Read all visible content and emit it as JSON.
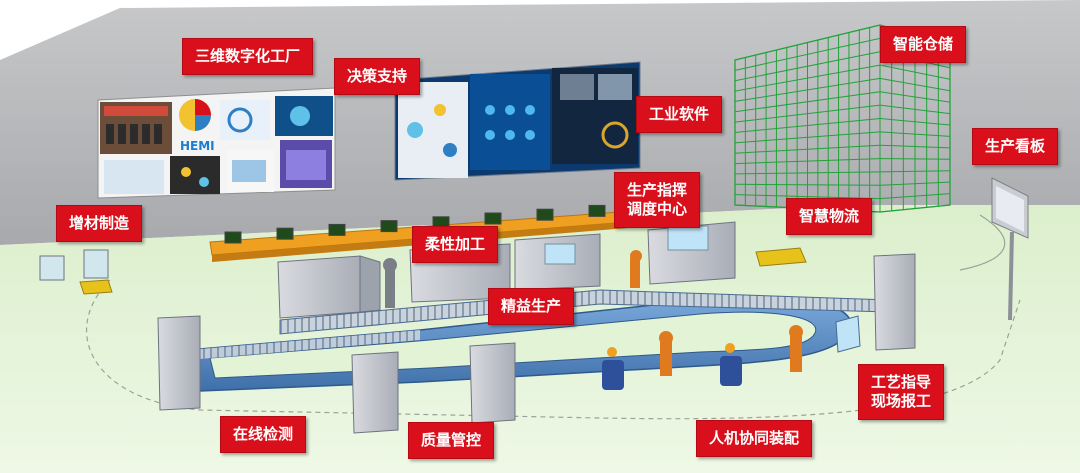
{
  "callouts": {
    "digital_factory": "三维数字化工厂",
    "decision_support": "决策支持",
    "smart_warehouse": "智能仓储",
    "industrial_software": "工业软件",
    "production_board": "生产看板",
    "additive_manufacturing": "增材制造",
    "command_center_line1": "生产指挥",
    "command_center_line2": "调度中心",
    "smart_logistics": "智慧物流",
    "flexible_machining": "柔性加工",
    "lean_production": "精益生产",
    "process_guidance_line1": "工艺指导",
    "process_guidance_line2": "现场报工",
    "online_inspection": "在线检测",
    "quality_control": "质量管控",
    "human_robot_assembly": "人机协同装配"
  },
  "wall_display": {
    "logo_text": "HEMI"
  },
  "colors": {
    "callout_red": "#d9101c",
    "wall_gray": "#b4b6b9",
    "floor_green": "#e3f3d6",
    "rack_green": "#23a23a",
    "conveyor_blue": "#5d8fc8",
    "desk_orange": "#f0a020",
    "agv_yellow": "#e6c21a",
    "robot_orange": "#e07a1e"
  }
}
